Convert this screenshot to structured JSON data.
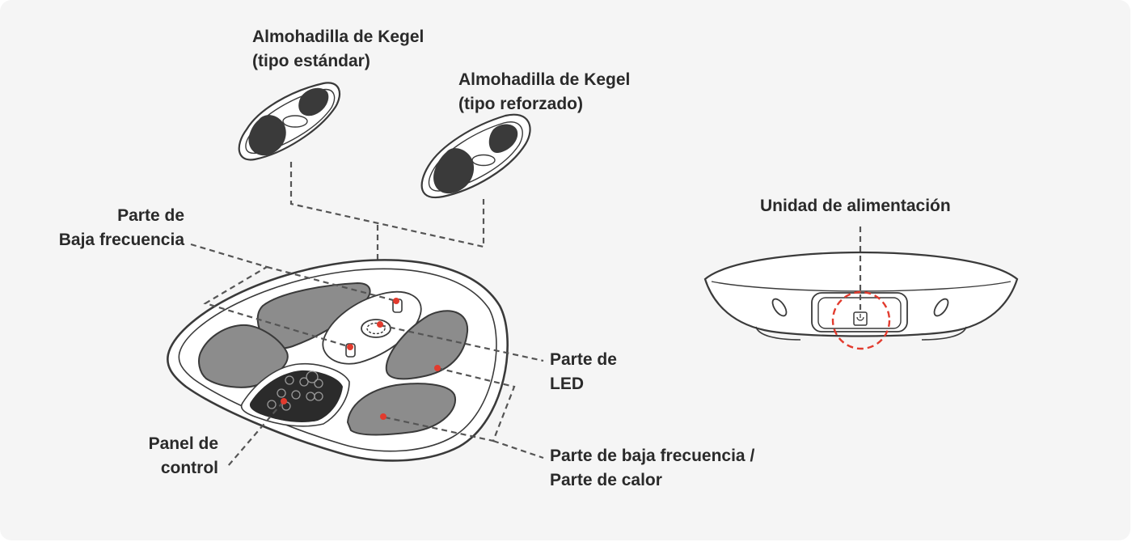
{
  "labels": {
    "kegel_standard": {
      "line1": "Almohadilla de Kegel",
      "line2": "(tipo estándar)"
    },
    "kegel_reinforced": {
      "line1": "Almohadilla de Kegel",
      "line2": "(tipo reforzado)"
    },
    "low_freq_part": {
      "line1": "Parte de",
      "line2": "Baja frecuencia"
    },
    "led_part": {
      "line1": "Parte de",
      "line2": "LED"
    },
    "control_panel": {
      "line1": "Panel de",
      "line2": "control"
    },
    "low_freq_heat_part": {
      "line1": "Parte de baja frecuencia /",
      "line2": "Parte de calor"
    },
    "power_unit": {
      "line1": "Unidad de alimentación"
    }
  },
  "colors": {
    "background": "#f5f5f5",
    "device_outline": "#3a3a3a",
    "pad_fill": "#3a3a3a",
    "pad_gray": "#8c8c8c",
    "panel_dark": "#2b2b2b",
    "marker_red": "#e23b2e",
    "leader_line": "#555555"
  },
  "icons": {
    "power_port": "power-icon",
    "marker": "red-dot-marker"
  }
}
